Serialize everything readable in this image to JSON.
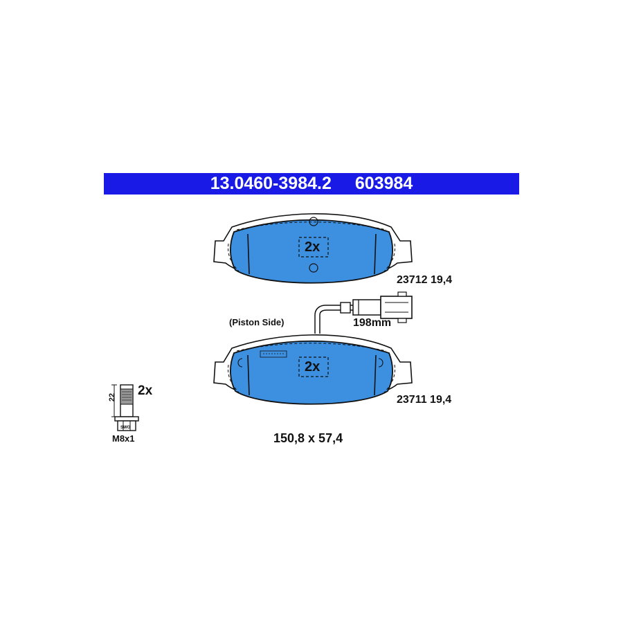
{
  "header": {
    "part_number": "13.0460-3984.2",
    "code": "603984"
  },
  "pads": [
    {
      "id": "upper",
      "quantity": "2x",
      "spec": "23712 19,4"
    },
    {
      "id": "lower",
      "quantity": "2x",
      "spec": "23711 19,4",
      "side_label": "(Piston Side)",
      "sensor_length": "198mm"
    }
  ],
  "bolt": {
    "quantity": "2x",
    "length": "22",
    "thread": "M8x1",
    "head_marking": "SWG"
  },
  "dimensions": "150,8 x 57,4",
  "colors": {
    "header": "#1a1ae6",
    "pad_fill": "#3d8fe0",
    "outline": "#111111"
  }
}
